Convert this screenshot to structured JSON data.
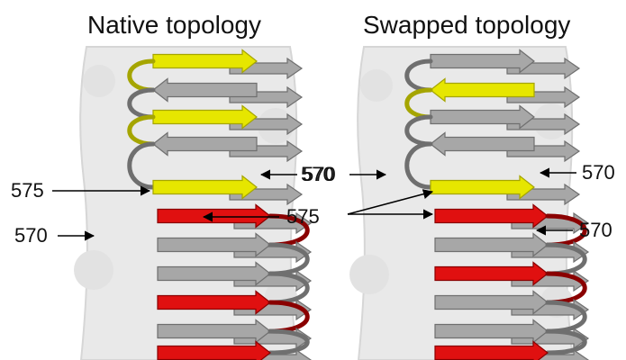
{
  "panels": [
    {
      "title": "Native topology",
      "labels": {
        "upper_570": "570",
        "upper_575": "575",
        "lower_570": "570",
        "lower_575": "575"
      }
    },
    {
      "title": "Swapped topology",
      "labels": {
        "upper_570_left": "570",
        "upper_570_right": "570",
        "shared_575": "575",
        "lower_570": "570"
      }
    }
  ],
  "colors": {
    "surface": "#e9e9e9",
    "surface_edge": "#d2d2d2",
    "strand_gray": "#a7a7a7",
    "strand_gray_dark": "#6f6f6f",
    "strand_yellow": "#e6e600",
    "strand_yellow_dark": "#a5a500",
    "strand_red": "#e01010",
    "strand_red_dark": "#8a0000",
    "arrow": "#000000"
  }
}
